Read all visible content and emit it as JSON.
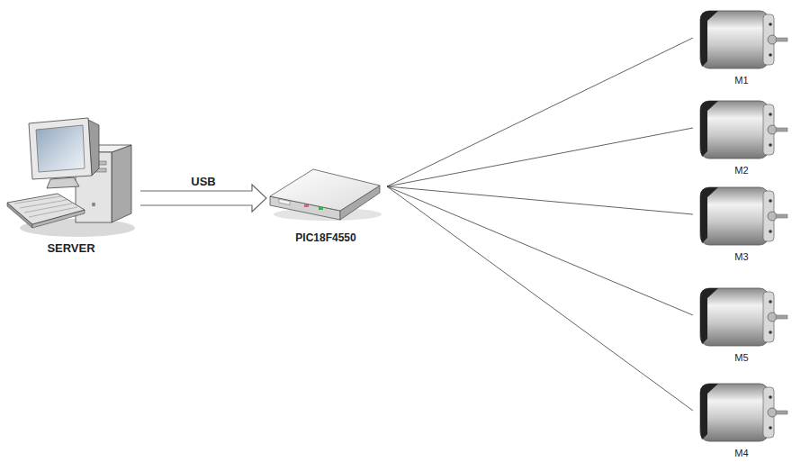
{
  "diagram": {
    "nodes": [
      {
        "text": [
          "SERVER"
        ]
      },
      {
        "text": [
          "PIC18F4550"
        ]
      },
      {
        "text": [
          "M1"
        ]
      },
      {
        "text": [
          "M2"
        ]
      },
      {
        "text": [
          "M3"
        ]
      },
      {
        "text": [
          "M5"
        ]
      },
      {
        "text": [
          "M4"
        ]
      }
    ],
    "edges": [
      {
        "from": 0,
        "to": 1,
        "arrow": "to",
        "label": "USB"
      },
      {
        "from": 1,
        "to": 2,
        "arrow": "none"
      },
      {
        "from": 1,
        "to": 3,
        "arrow": "none"
      },
      {
        "from": 1,
        "to": 4,
        "arrow": "none"
      },
      {
        "from": 1,
        "to": 5,
        "arrow": "none"
      },
      {
        "from": 1,
        "to": 6,
        "arrow": "none"
      }
    ]
  }
}
